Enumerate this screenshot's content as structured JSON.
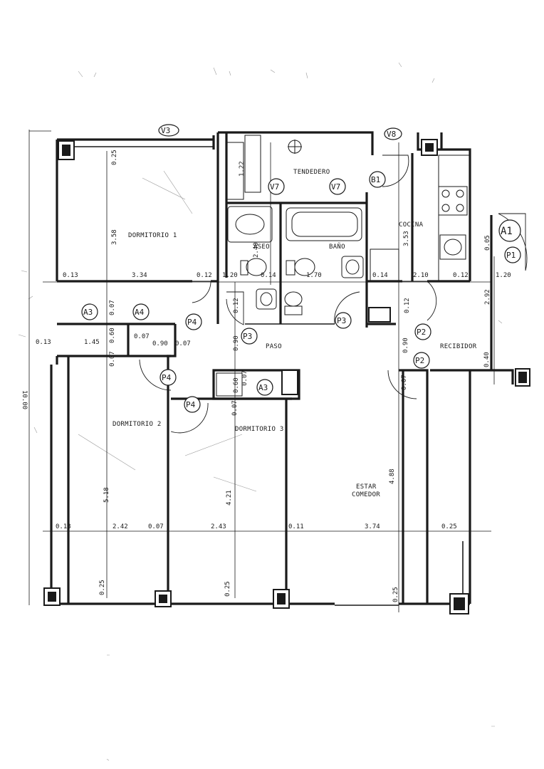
{
  "rooms": {
    "dormitorio1": "DORMITORIO 1",
    "tendedero": "TENDEDERO",
    "aseo": "ASEO",
    "bano": "BAÑO",
    "cocina": "COCINA",
    "paso": "PASO",
    "recibidor": "RECIBIDOR",
    "dormitorio2": "DORMITORIO 2",
    "dormitorio3": "DORMITORIO 3",
    "estar1": "ESTAR",
    "estar2": "COMEDOR"
  },
  "tags": {
    "v3": "V3",
    "v8": "V8",
    "v7a": "V7",
    "v7b": "V7",
    "b1": "B1",
    "a1": "A1",
    "p1": "P1",
    "a3a": "A3",
    "a4": "A4",
    "p4a": "P4",
    "p4b": "P4",
    "p4c": "P4",
    "p3a": "P3",
    "p3b": "P3",
    "p2a": "P2",
    "p2b": "P2",
    "a3b": "A3"
  },
  "dims": {
    "d1": "0.25",
    "d2": "3.58",
    "d3": "1.22",
    "d4": "2.40",
    "d5": "3.53",
    "d6": "0.05",
    "d7": "0.13",
    "d8": "3.34",
    "d9": "0.12",
    "d10": "1.20",
    "d11": "0.14",
    "d12": "1.70",
    "d13": "0.14",
    "d14": "2.10",
    "d15": "0.12",
    "d16": "1.20",
    "d17": "2.92",
    "d18": "0.07",
    "d19": "0.12",
    "d20": "0.12",
    "d21": "0.13",
    "d22": "1.45",
    "d23": "0.60",
    "d24": "0.07",
    "d25": "0.90",
    "d26": "0.07",
    "d27": "0.90",
    "d28": "0.90",
    "d29": "0.40",
    "d30": "0.07",
    "d31": "0.07",
    "d32": "0.60",
    "d33": "0.07",
    "d34": "0.07",
    "d35": "10.00",
    "d36": "5.18",
    "d37": "4.21",
    "d38": "4.88",
    "d39": "0.13",
    "d40": "2.42",
    "d41": "0.07",
    "d42": "2.43",
    "d43": "0.11",
    "d44": "3.74",
    "d45": "0.25",
    "d46": "0.25",
    "d47": "0.25",
    "d48": "0.25"
  }
}
